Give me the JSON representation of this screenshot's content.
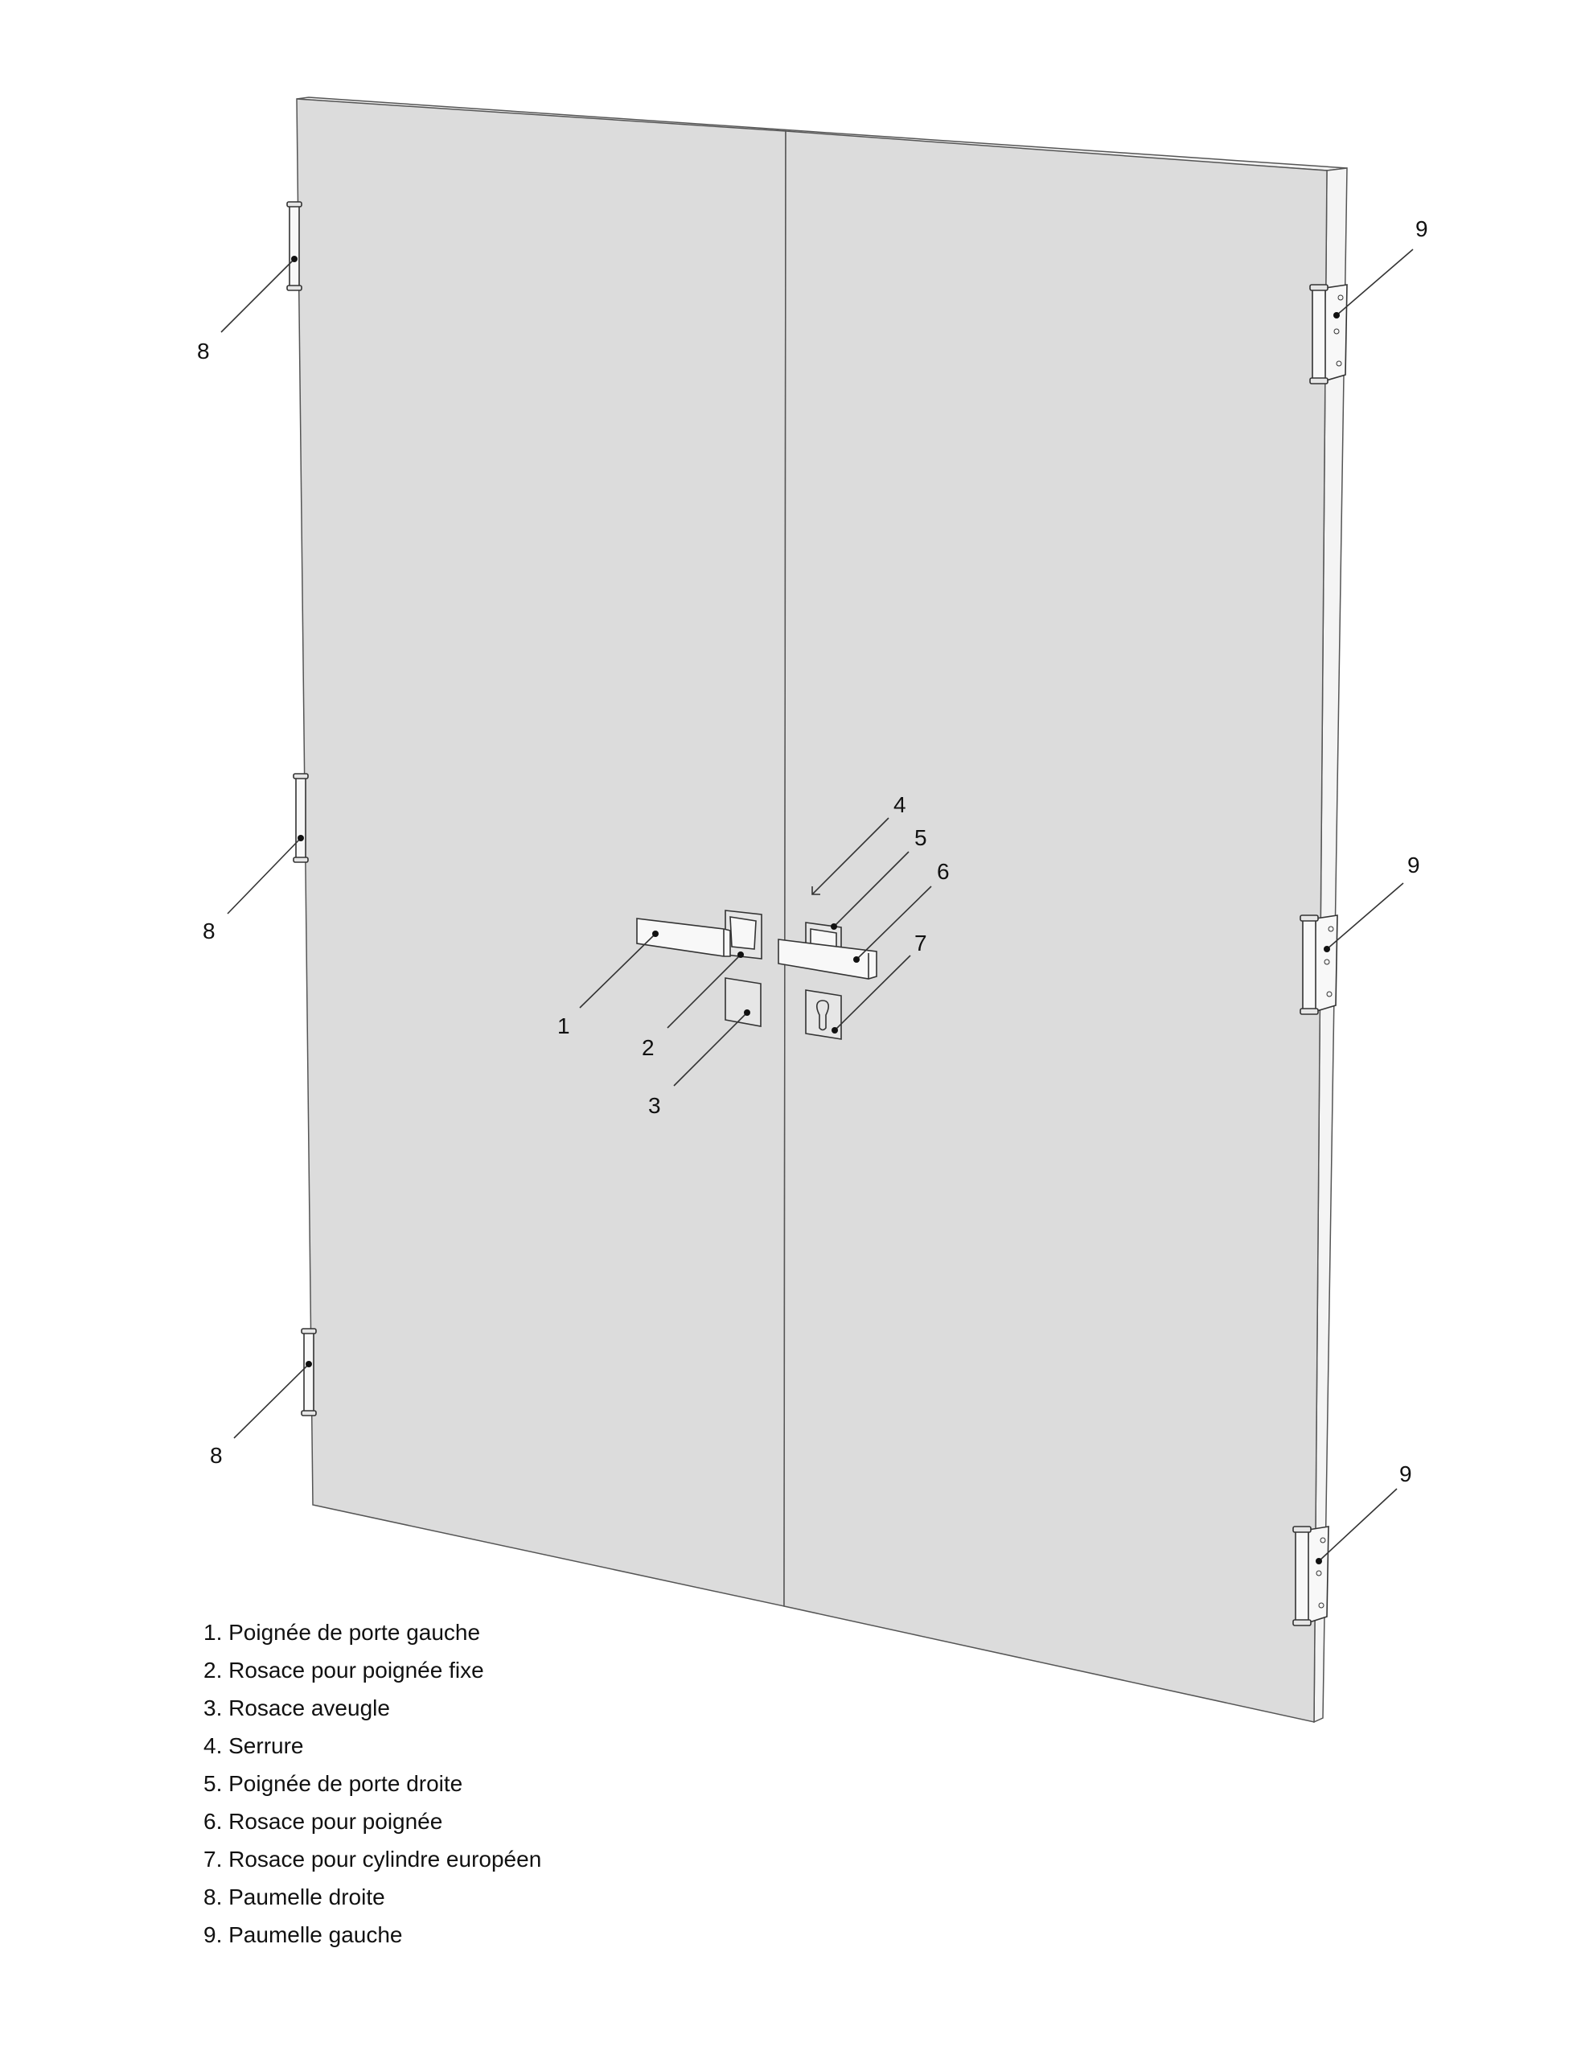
{
  "diagram": {
    "callouts": {
      "c1": "1",
      "c2": "2",
      "c3": "3",
      "c4": "4",
      "c5": "5",
      "c6": "6",
      "c7": "7",
      "c8": "8",
      "c9": "9"
    },
    "legend": [
      "1. Poignée de porte gauche",
      "2. Rosace pour poignée fixe",
      "3. Rosace aveugle",
      "4. Serrure",
      "5. Poignée de porte droite",
      "6. Rosace pour poignée",
      "7. Rosace pour cylindre européen",
      "8. Paumelle droite",
      "9. Paumelle gauche"
    ],
    "colors": {
      "door": "#dcdcdc",
      "line": "#333333"
    }
  }
}
